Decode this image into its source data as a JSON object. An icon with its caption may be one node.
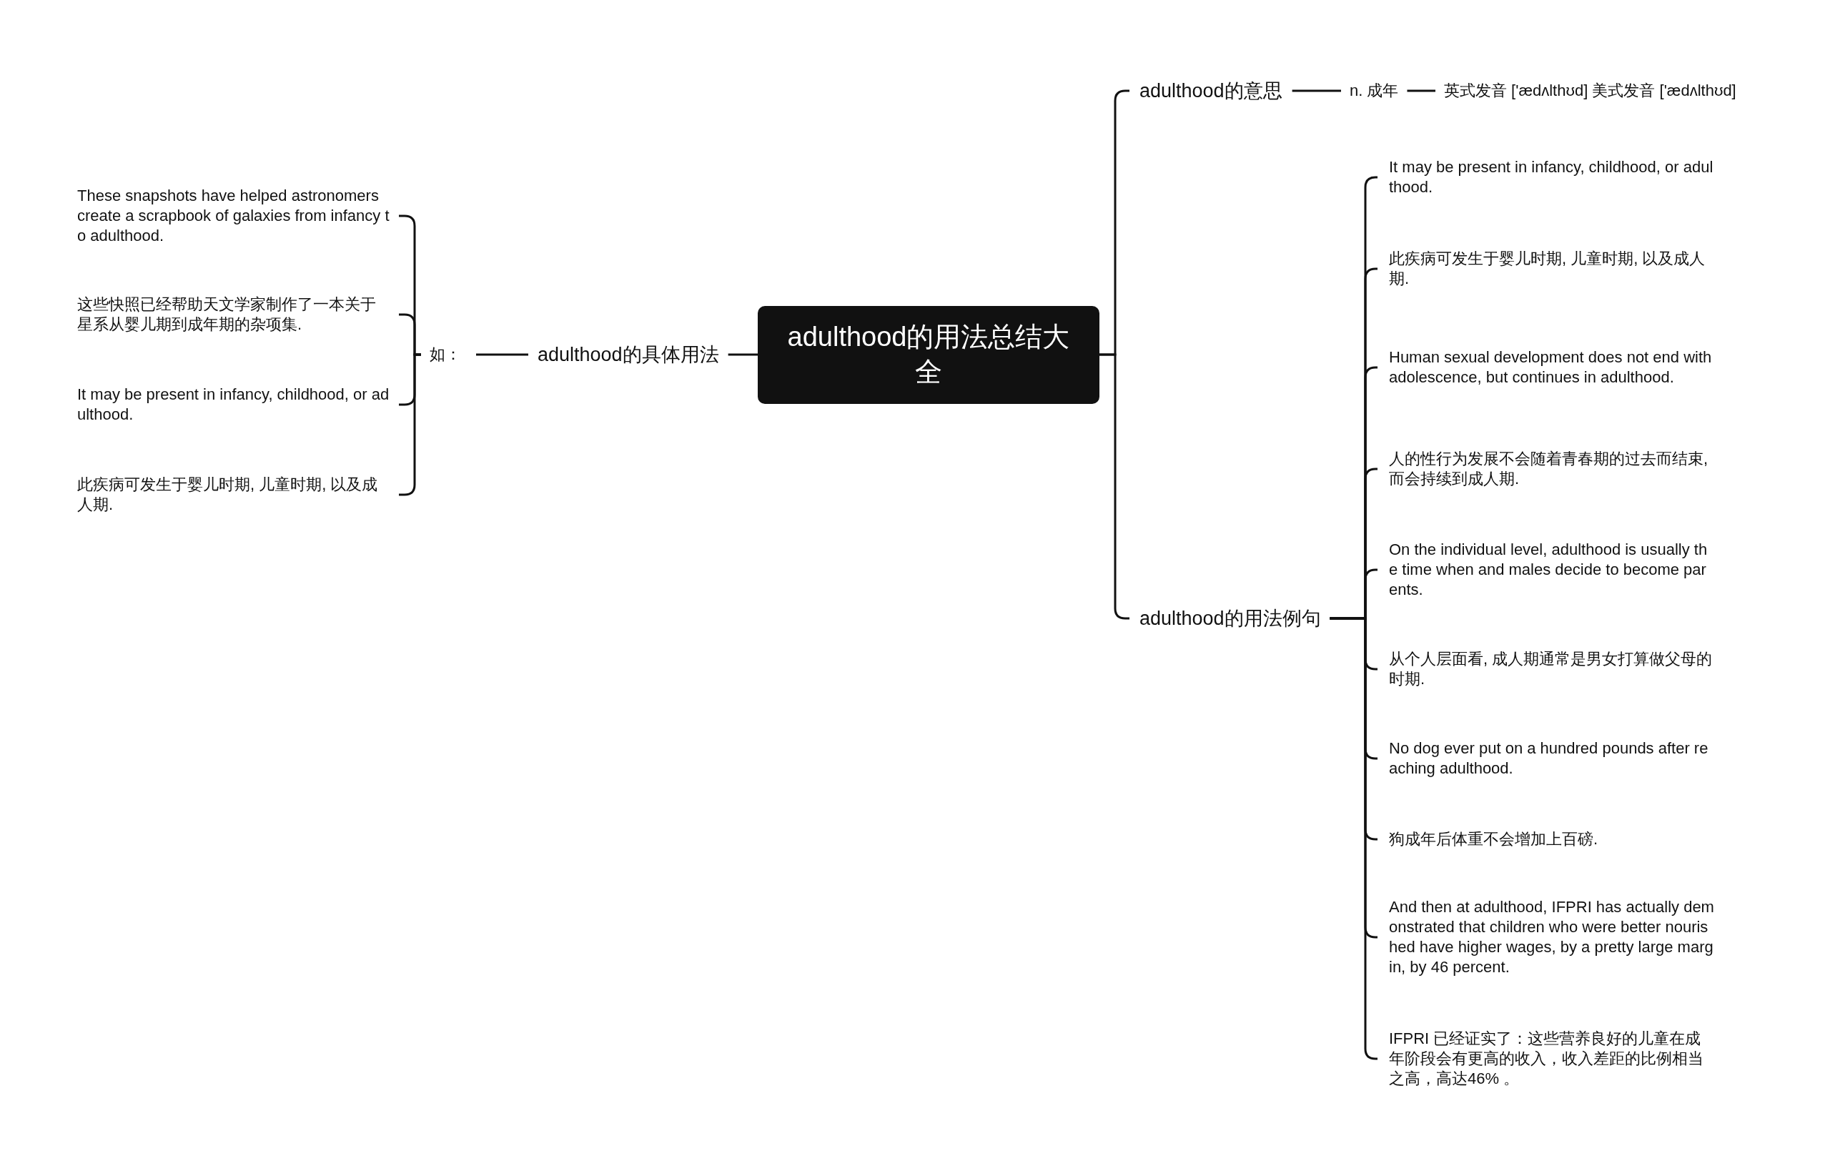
{
  "diagram": {
    "nodes": [
      {
        "text": [
          "adulthood的用法总结大全"
        ]
      },
      {
        "text": [
          "adulthood的意思"
        ]
      },
      {
        "text": [
          "n. 成年"
        ]
      },
      {
        "text": [
          "英式发音 ['ædʌlthʊd] 美式发音 ['ædʌlthʊd]"
        ]
      },
      {
        "text": [
          "adulthood的用法例句"
        ]
      },
      {
        "text": [
          "It may be present in infancy, childhood, or adulthood."
        ]
      },
      {
        "text": [
          "此疾病可发生于婴儿时期, 儿童时期, 以及成人期."
        ]
      },
      {
        "text": [
          "Human sexual development does not end with adolescence, but continues in adulthood."
        ]
      },
      {
        "text": [
          "人的性行为发展不会随着青春期的过去而结束, 而会持续到成人期."
        ]
      },
      {
        "text": [
          "On the individual level, adulthood is usually the time when and males decide to become parents."
        ]
      },
      {
        "text": [
          "从个人层面看, 成人期通常是男女打算做父母的时期."
        ]
      },
      {
        "text": [
          "No dog ever put on a hundred pounds after reaching adulthood."
        ]
      },
      {
        "text": [
          "狗成年后体重不会增加上百磅."
        ]
      },
      {
        "text": [
          "And then at adulthood, IFPRI has actually demonstrated that children who were better nourished have higher wages, by a pretty large margin, by 46 percent."
        ]
      },
      {
        "text": [
          "IFPRI 已经证实了：这些营养良好的儿童在成年阶段会有更高的收入，收入差距的比例相当之高，高达46% 。"
        ]
      },
      {
        "text": [
          "adulthood的具体用法"
        ]
      },
      {
        "text": [
          "如："
        ]
      },
      {
        "text": [
          "These snapshots have helped astronomers create a scrapbook of galaxies from infancy to adulthood."
        ]
      },
      {
        "text": [
          "这些快照已经帮助天文学家制作了一本关于星系从婴儿期到成年期的杂项集."
        ]
      },
      {
        "text": [
          "It may be present in infancy, childhood, or adulthood."
        ]
      },
      {
        "text": [
          "此疾病可发生于婴儿时期, 儿童时期, 以及成人期."
        ]
      }
    ],
    "edges": [
      {
        "from": 0,
        "to": 1,
        "arrow": "none"
      },
      {
        "from": 1,
        "to": 2,
        "arrow": "none"
      },
      {
        "from": 2,
        "to": 3,
        "arrow": "none"
      },
      {
        "from": 0,
        "to": 4,
        "arrow": "none"
      },
      {
        "from": 4,
        "to": 5,
        "arrow": "none"
      },
      {
        "from": 4,
        "to": 6,
        "arrow": "none"
      },
      {
        "from": 4,
        "to": 7,
        "arrow": "none"
      },
      {
        "from": 4,
        "to": 8,
        "arrow": "none"
      },
      {
        "from": 4,
        "to": 9,
        "arrow": "none"
      },
      {
        "from": 4,
        "to": 10,
        "arrow": "none"
      },
      {
        "from": 4,
        "to": 11,
        "arrow": "none"
      },
      {
        "from": 4,
        "to": 12,
        "arrow": "none"
      },
      {
        "from": 4,
        "to": 13,
        "arrow": "none"
      },
      {
        "from": 4,
        "to": 14,
        "arrow": "none"
      },
      {
        "from": 0,
        "to": 15,
        "arrow": "none"
      },
      {
        "from": 15,
        "to": 16,
        "arrow": "none"
      },
      {
        "from": 16,
        "to": 17,
        "arrow": "none"
      },
      {
        "from": 16,
        "to": 18,
        "arrow": "none"
      },
      {
        "from": 16,
        "to": 19,
        "arrow": "none"
      },
      {
        "from": 16,
        "to": 20,
        "arrow": "none"
      }
    ]
  }
}
